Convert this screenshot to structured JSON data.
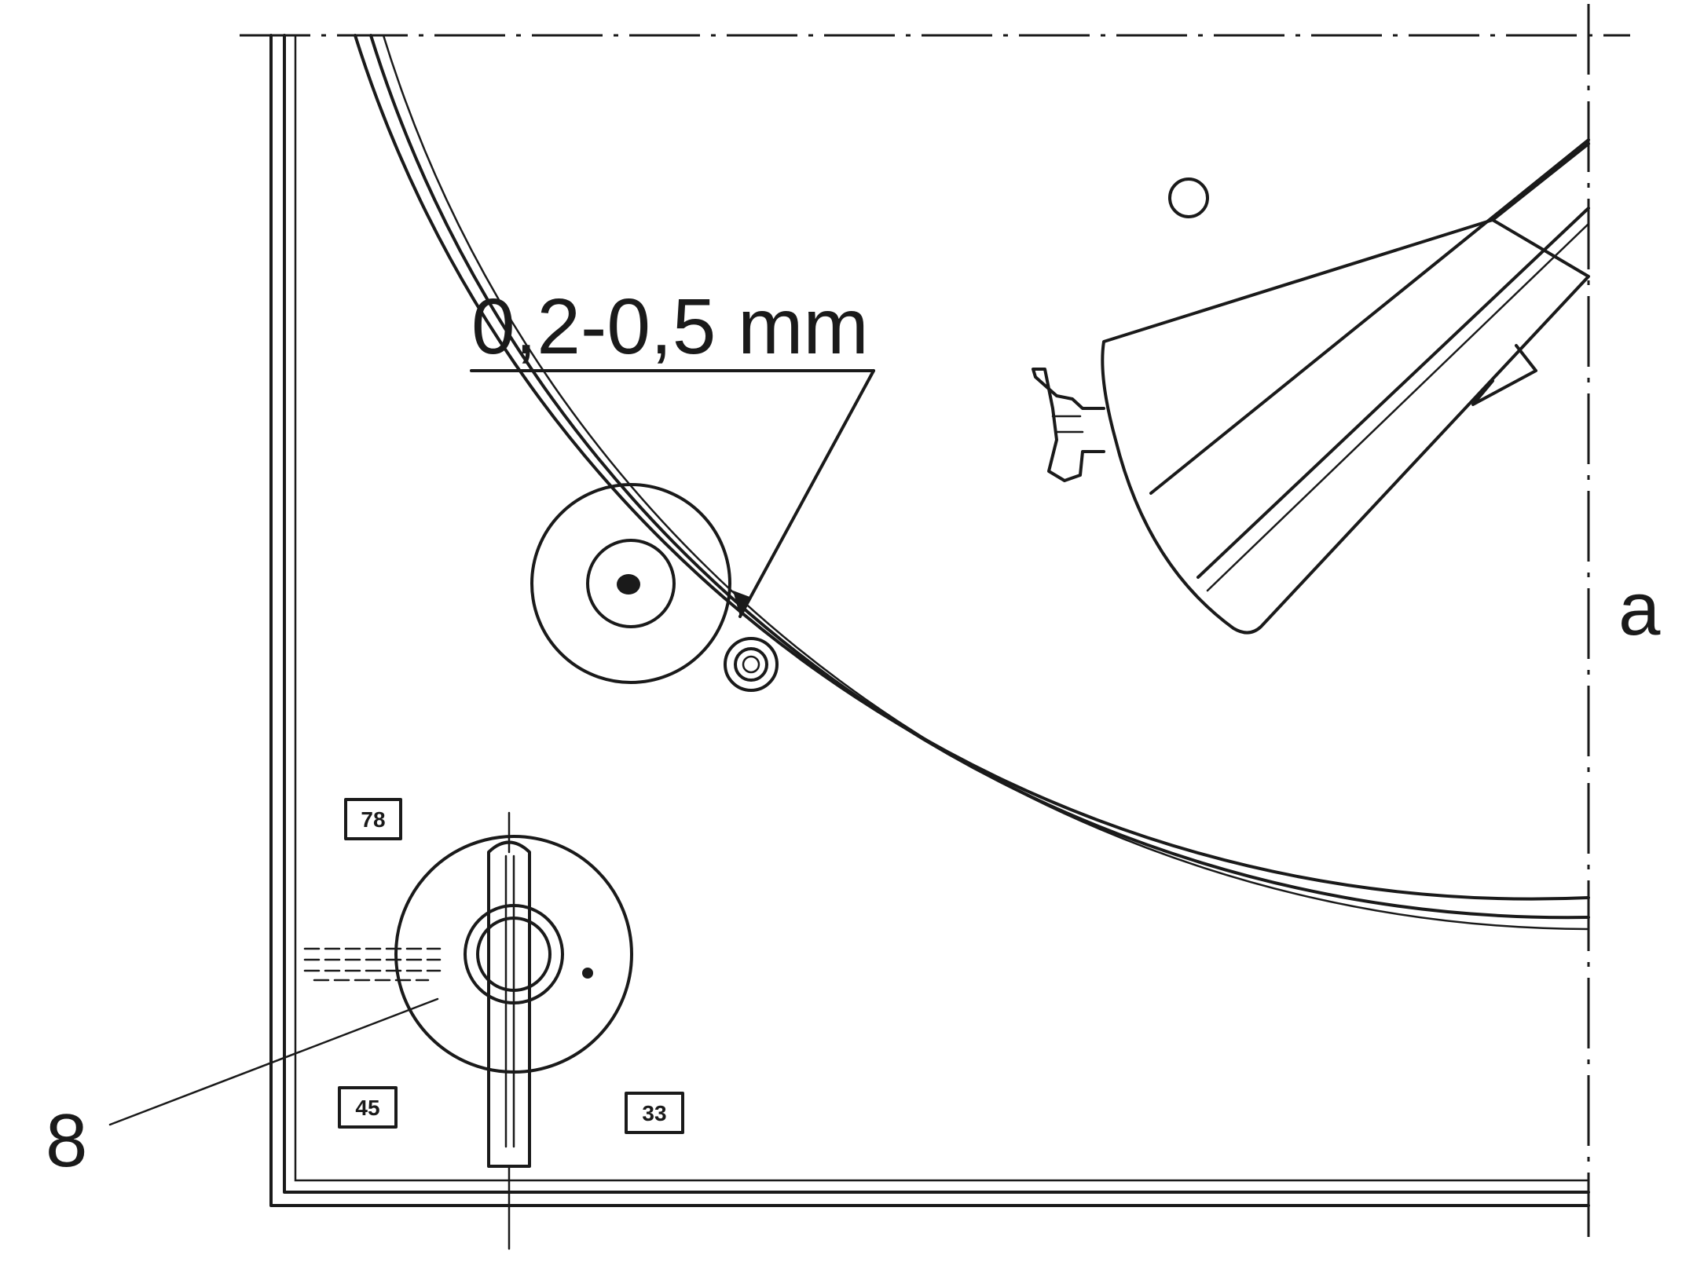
{
  "dimension_label": "0,2-0,5 mm",
  "callout_number": "8",
  "side_label": "a",
  "speed_labels": [
    "78",
    "45",
    "33"
  ],
  "colors": {
    "ink": "#1a1a1a",
    "paper": "#ffffff"
  }
}
